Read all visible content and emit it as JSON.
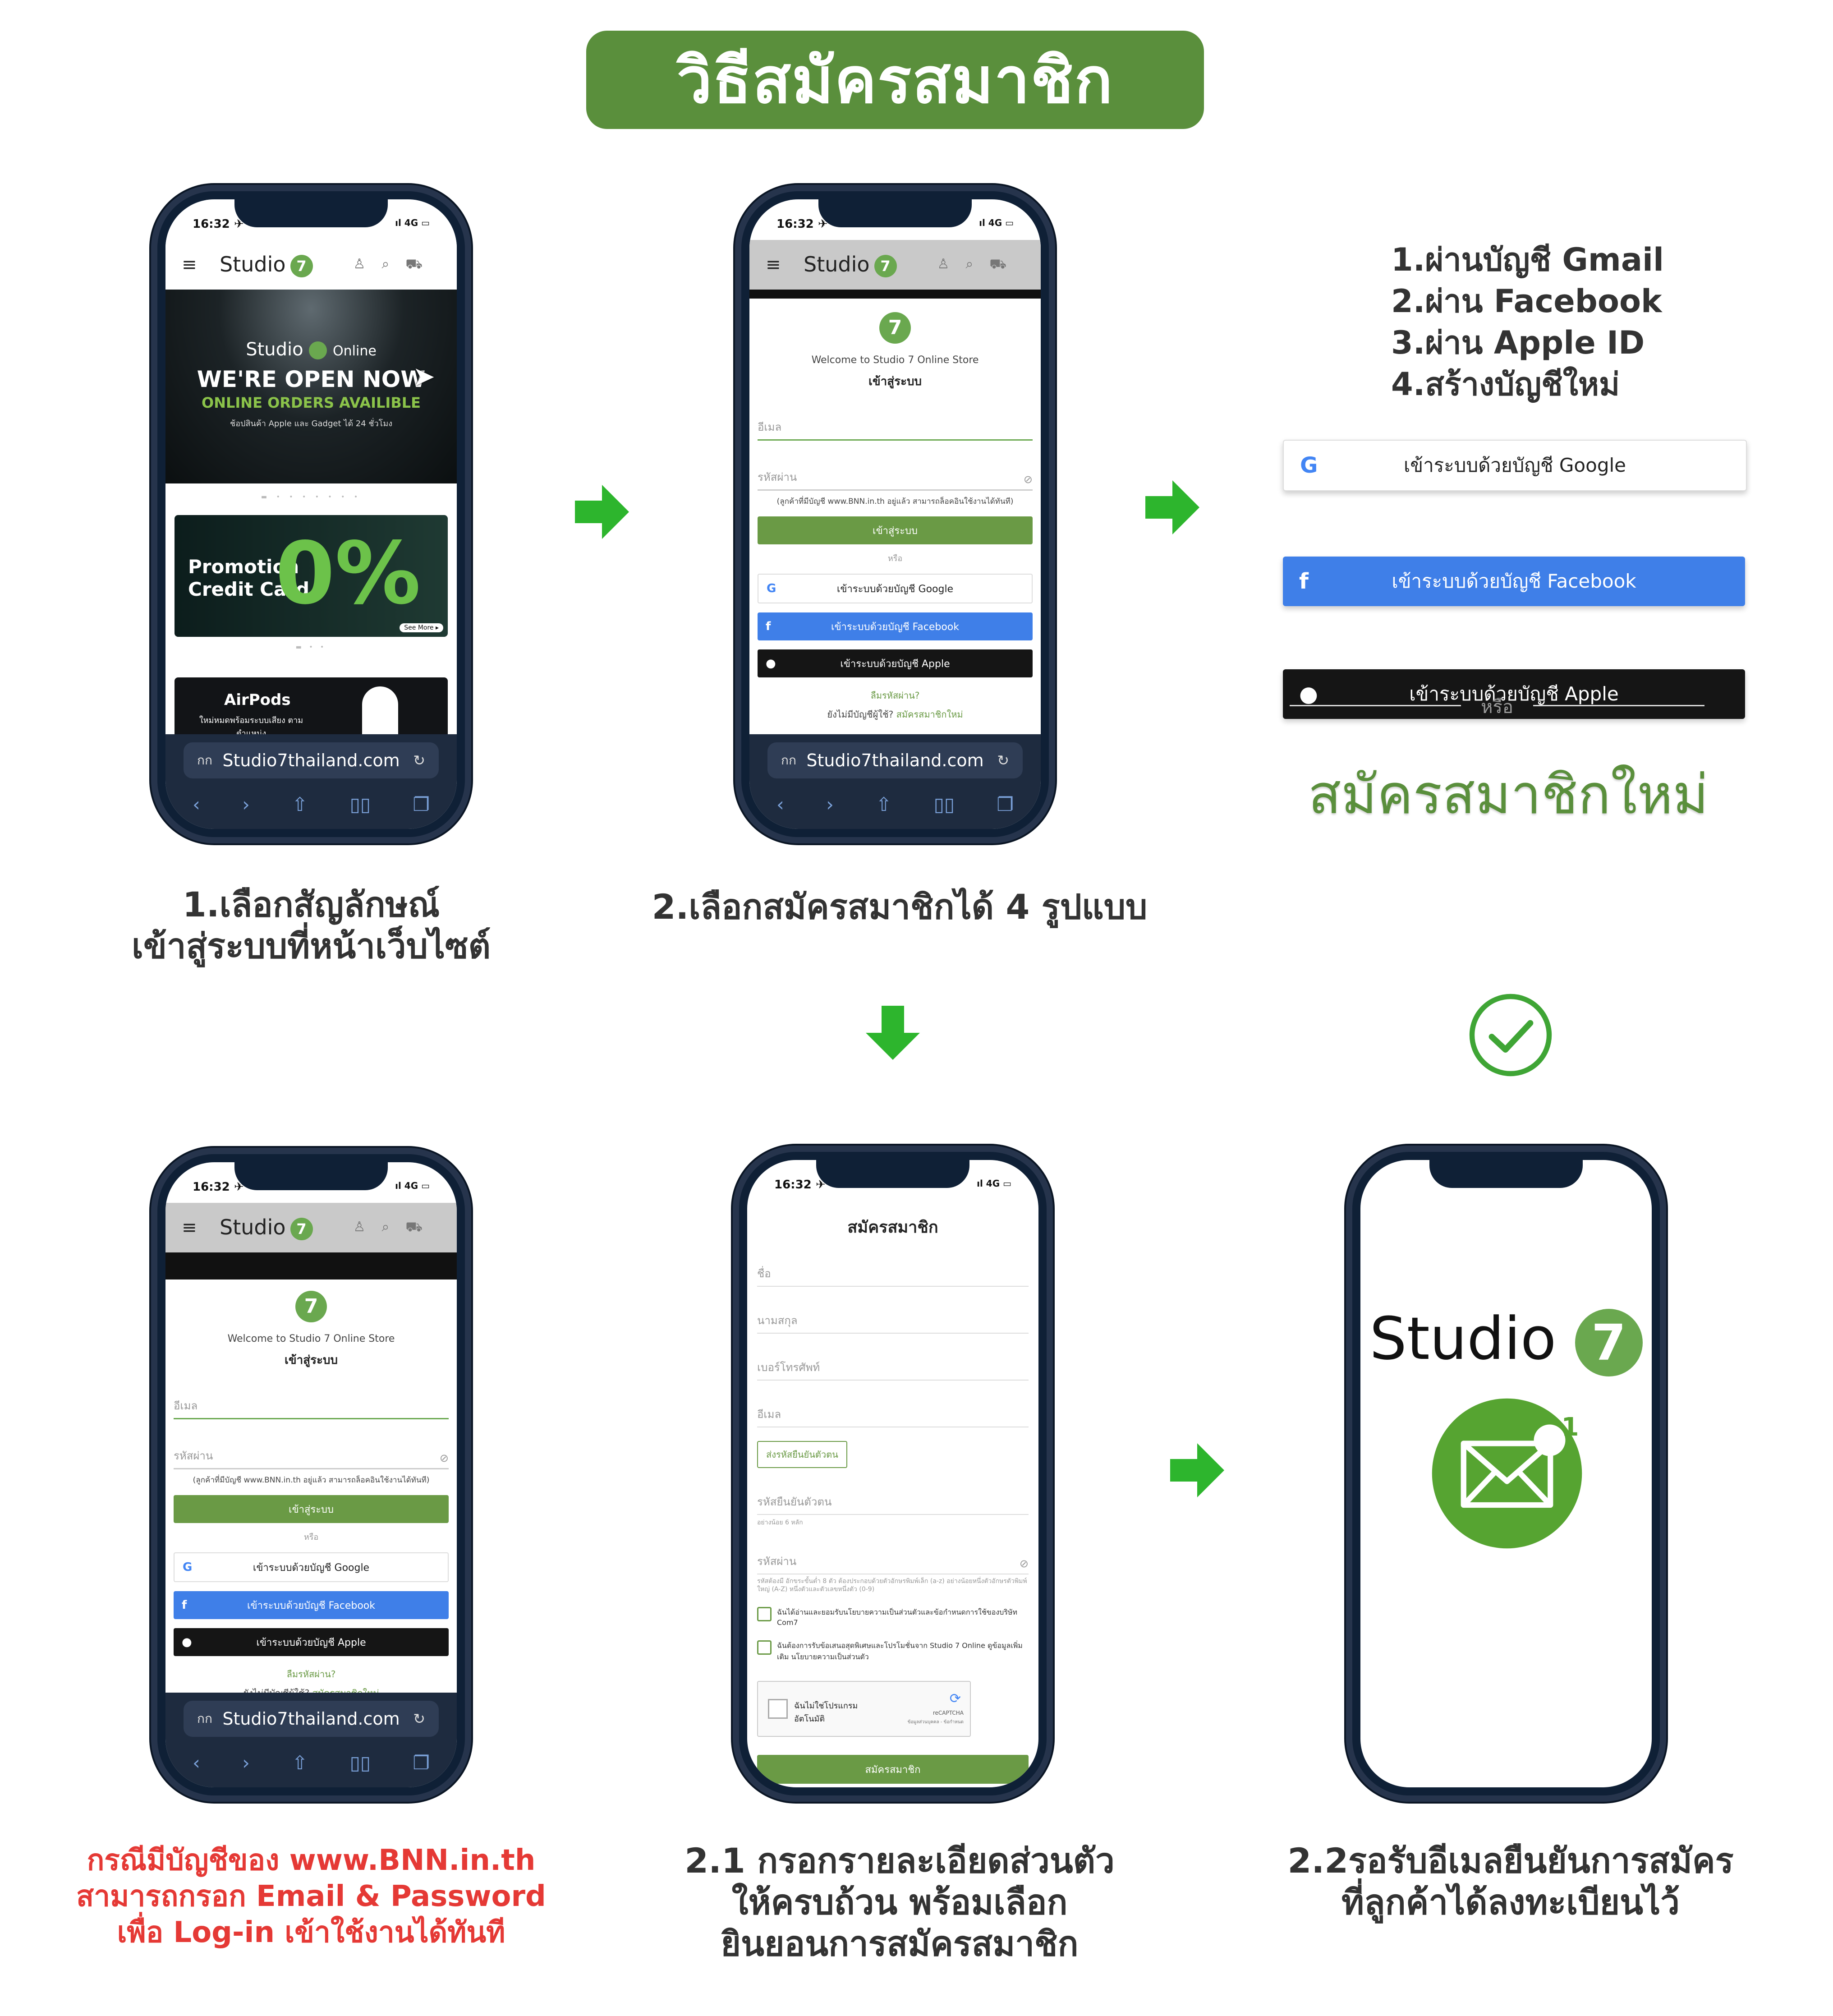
{
  "title": "วิธีสมัครสมาชิก",
  "phone_status": {
    "time": "16:32 ✈",
    "signal": "ıl 4G ▭"
  },
  "nav": {
    "logo_text": "Studio",
    "logo_mark": "7"
  },
  "browser": {
    "aa": "กก",
    "url": "Studio7thailand.com",
    "reload": "↻",
    "back": "‹",
    "forward": "›",
    "share": "⇧",
    "bookmarks": "▯▯",
    "tabs": "❐"
  },
  "phone1": {
    "hero_brand": "Studio",
    "hero_online": "Online",
    "hero_headline": "WE'RE OPEN NOW",
    "hero_sub": "ONLINE ORDERS AVAILIBLE",
    "hero_small": "ช้อปสินค้า Apple และ Gadget ได้ 24 ชั่วโมง",
    "promo_title": "Promotion\nCredit Card",
    "promo_big": "0%",
    "promo_more": "See More ▸",
    "airpods_title": "AirPods",
    "airpods_sub": "ใหม่หมดพร้อมระบบเสียง ตามตำแหน่ง"
  },
  "login": {
    "welcome": "Welcome to Studio 7 Online Store",
    "heading": "เข้าสู่ระบบ",
    "email_placeholder": "อีเมล",
    "password_placeholder": "รหัสผ่าน",
    "bnn_note": "(ลูกค้าที่มีบัญชี www.BNN.in.th อยู่แล้ว สามารถล็อคอินใช้งานได้ทันที)",
    "submit": "เข้าสู่ระบบ",
    "or": "หรือ",
    "google": "เข้าระบบด้วยบัญชี Google",
    "facebook": "เข้าระบบด้วยบัญชี Facebook",
    "apple": "เข้าระบบด้วยบัญชี Apple",
    "forgot": "ลืมรหัสผ่าน?",
    "no_account": "ยังไม่มีบัญชีผู้ใช้?",
    "register_link": "สมัครสมาชิกใหม่"
  },
  "options": {
    "items": [
      "1.ผ่านบัญชี Gmail",
      "2.ผ่าน Facebook",
      "3.ผ่าน Apple ID",
      "4.สร้างบัญชีใหม่"
    ],
    "google": "เข้าระบบด้วยบัญชี Google",
    "facebook": "เข้าระบบด้วยบัญชี Facebook",
    "apple": "เข้าระบบด้วยบัญชี Apple",
    "or": "หรือ",
    "register_new": "สมัครสมาชิกใหม่"
  },
  "register": {
    "heading": "สมัครสมาชิก",
    "firstname": "ชื่อ",
    "lastname": "นามสกุล",
    "phone": "เบอร์โทรศัพท์",
    "email": "อีเมล",
    "send_code": "ส่งรหัสยืนยันตัวตน",
    "verify_code": "รหัสยืนยันตัวตน",
    "verify_hint": "อย่างน้อย 6 หลัก",
    "password": "รหัสผ่าน",
    "password_hint": "รหัสต้องมี อักขระขั้นต่ำ 8 ตัว ต้องประกอบด้วยตัวอักษรพิมพ์เล็ก (a-z) อย่างน้อยหนึ่งตัวอักษรตัวพิมพ์ใหญ่ (A-Z) หนึ่งตัวและตัวเลขหนึ่งตัว (0-9)",
    "consent1": "ฉันได้อ่านและยอมรับนโยบายความเป็นส่วนตัวและข้อกำหนดการใช้ของบริษัท Com7",
    "consent2": "ฉันต้องการรับข้อเสนอสุดพิเศษและโปรโมชั่นจาก Studio 7 Online ดูข้อมูลเพิ่มเติม นโยบายความเป็นส่วนตัว",
    "captcha": "ฉันไม่ใช่โปรแกรมอัตโนมัติ",
    "captcha_brand": "reCAPTCHA",
    "captcha_links": "ข้อมูลส่วนบุคคล - ข้อกำหนด",
    "submit": "สมัครสมาชิก"
  },
  "final": {
    "logo_text": "Studio",
    "logo_mark": "7",
    "mail_badge": "1"
  },
  "captions": {
    "step1_line1": "1.เลือกสัญลักษณ์",
    "step1_line2": "เข้าสู่ระบบที่หน้าเว็บไซต์",
    "step2": "2.เลือกสมัครสมาชิกได้ 4 รูปแบบ",
    "bnn_line1": "กรณีมีบัญชีของ www.BNN.in.th",
    "bnn_line2": "สามารถกรอก Email & Password",
    "bnn_line3": "เพื่อ Log-in เข้าใช้งานได้ทันที",
    "step21_line1": "2.1 กรอกรายละเอียดส่วนตัว",
    "step21_line2": "ให้ครบถ้วน พร้อมเลือก",
    "step21_line3": "ยินยอนการสมัครสมาชิก",
    "step22_line1": "2.2รอรับอีเมลยืนยันการสมัคร",
    "step22_line2": "ที่ลูกค้าได้ลงทะเบียนไว้"
  },
  "colors": {
    "brand_green": "#5a8f3c",
    "arrow_green": "#2db52d",
    "facebook_blue": "#3f7fe8",
    "caption_red": "#e53935"
  }
}
